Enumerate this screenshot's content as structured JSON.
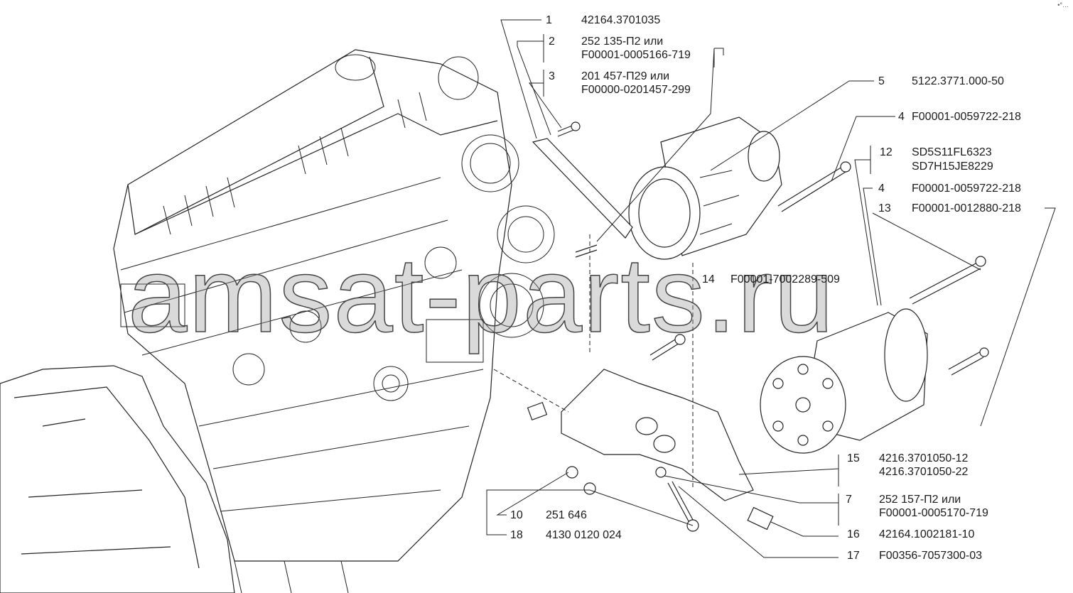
{
  "watermark": "amsat-parts.ru",
  "corner_mark": "•°…",
  "callouts": [
    {
      "id": "1",
      "number": "1",
      "lines": [
        "42164.3701035"
      ]
    },
    {
      "id": "2",
      "number": "2",
      "lines": [
        "252 135-П2 или",
        "F00001-0005166-719"
      ]
    },
    {
      "id": "3",
      "number": "3",
      "lines": [
        "201 457-П29 или",
        "F00000-0201457-299"
      ]
    },
    {
      "id": "5",
      "number": "5",
      "lines": [
        "5122.3771.000-50"
      ]
    },
    {
      "id": "4a",
      "number": "4",
      "lines": [
        "F00001-0059722-218"
      ]
    },
    {
      "id": "12",
      "number": "12",
      "lines": [
        "SD5S11FL6323",
        "SD7H15JE8229"
      ]
    },
    {
      "id": "4b",
      "number": "4",
      "lines": [
        "F00001-0059722-218"
      ]
    },
    {
      "id": "13",
      "number": "13",
      "lines": [
        "F00001-0012880-218"
      ]
    },
    {
      "id": "14",
      "number": "14",
      "lines": [
        "F00001-7002289-509"
      ]
    },
    {
      "id": "15",
      "number": "15",
      "lines": [
        "4216.3701050-12",
        "4216.3701050-22"
      ]
    },
    {
      "id": "7",
      "number": "7",
      "lines": [
        "252 157-П2 или",
        "F00001-0005170-719"
      ]
    },
    {
      "id": "16",
      "number": "16",
      "lines": [
        "42164.1002181-10"
      ]
    },
    {
      "id": "17",
      "number": "17",
      "lines": [
        "F00356-7057300-03"
      ]
    },
    {
      "id": "10",
      "number": "10",
      "lines": [
        "251 646"
      ]
    },
    {
      "id": "18",
      "number": "18",
      "lines": [
        "4130 0120 024"
      ]
    }
  ]
}
